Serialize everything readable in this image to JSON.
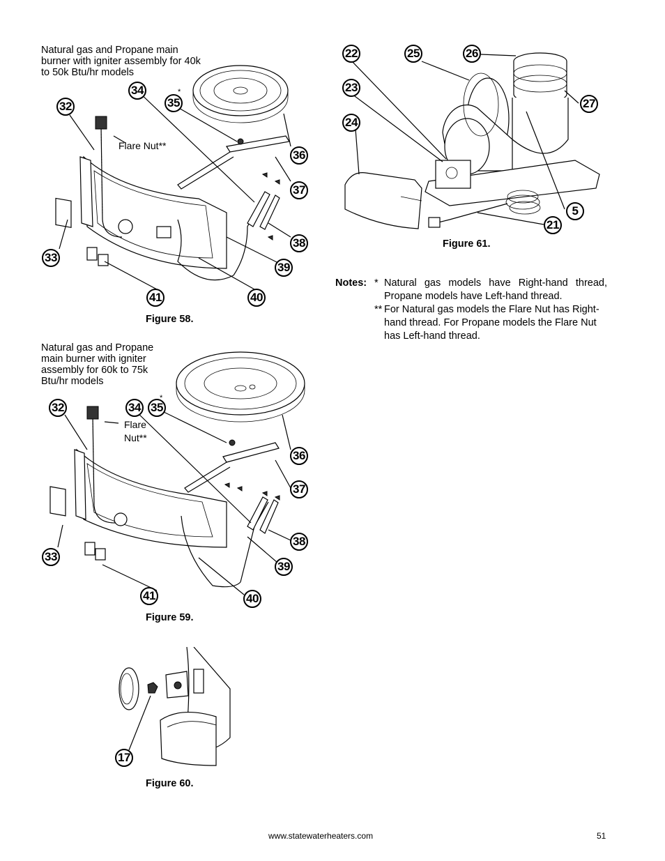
{
  "figure58": {
    "caption": "Natural gas and Propane main burner with igniter assembly for 40k to 50k Btu/hr models",
    "label": "Figure 58.",
    "flare_nut": "Flare Nut**",
    "star": "*",
    "callouts": [
      "32",
      "33",
      "34",
      "35",
      "36",
      "37",
      "38",
      "39",
      "40",
      "41"
    ]
  },
  "figure59": {
    "caption": "Natural gas and Propane main burner with igniter assembly for 60k to 75k Btu/hr models",
    "label": "Figure 59.",
    "flare_nut_1": "Flare",
    "flare_nut_2": "Nut**",
    "star": "*",
    "callouts": [
      "32",
      "33",
      "34",
      "35",
      "36",
      "37",
      "38",
      "39",
      "40",
      "41"
    ]
  },
  "figure60": {
    "label": "Figure 60.",
    "callouts": [
      "17"
    ]
  },
  "figure61": {
    "label": "Figure 61.",
    "callouts": [
      "22",
      "25",
      "26",
      "23",
      "27",
      "24",
      "5",
      "21"
    ]
  },
  "notes": {
    "heading": "Notes:",
    "note1_mark": "*",
    "note1_line1": "Natural gas models have Right-hand thread,",
    "note1_line2": "Propane models have Left-hand thread.",
    "note2_mark": "**",
    "note2_line1": "For Natural gas models the Flare Nut has Right-",
    "note2_line2": "hand thread. For Propane models the Flare Nut",
    "note2_line3": "has Left-hand thread."
  },
  "footer": {
    "website": "www.statewaterheaters.com",
    "page_number": "51"
  }
}
